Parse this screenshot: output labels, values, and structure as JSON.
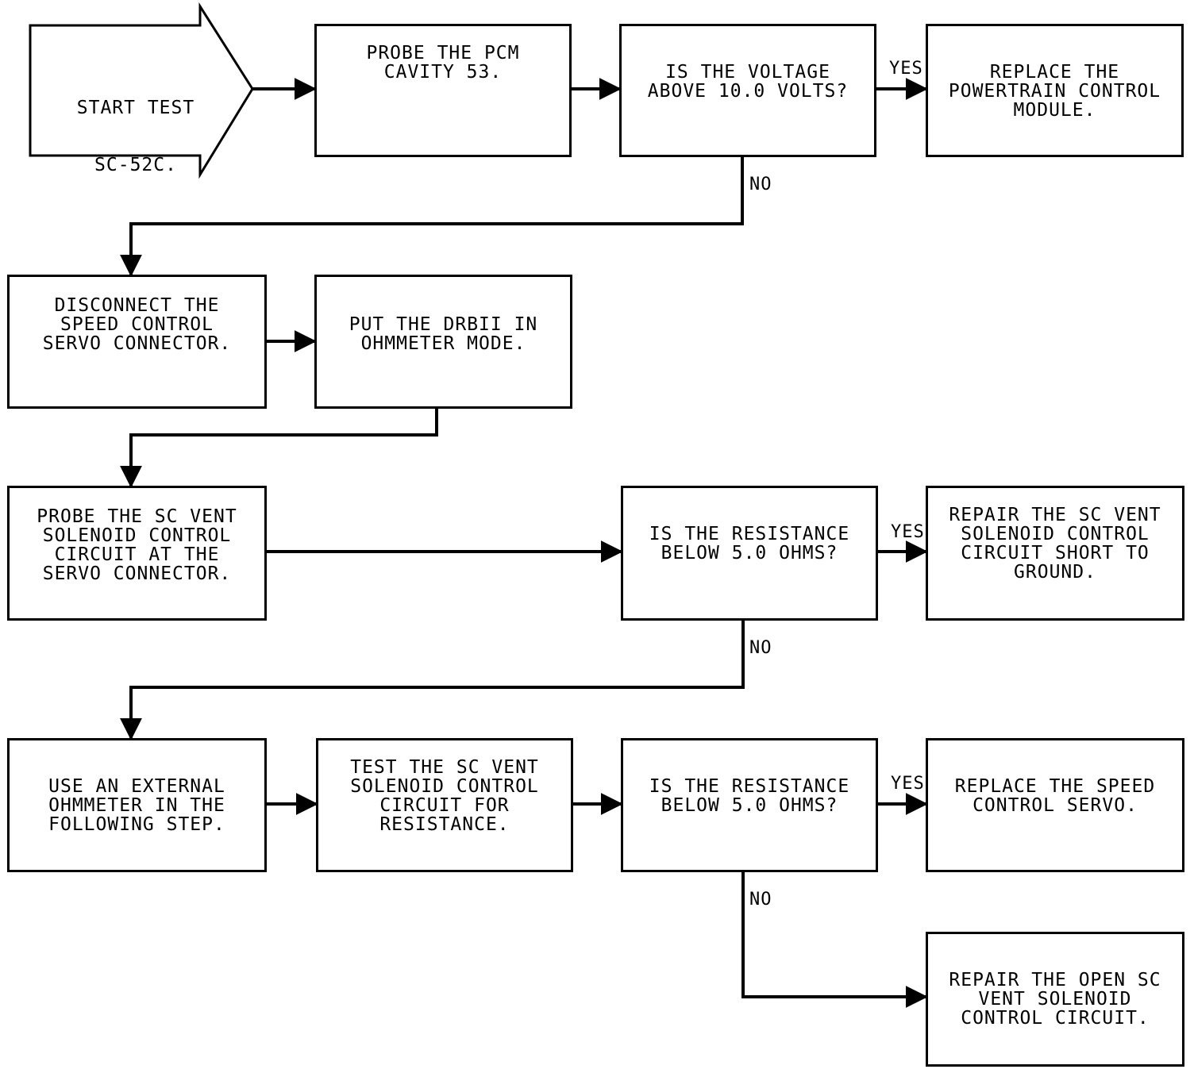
{
  "colors": {
    "stroke": "#000000",
    "background": "#ffffff"
  },
  "start": {
    "line1": "START TEST",
    "line2": "SC-52C."
  },
  "nodes": {
    "probe_pcm": {
      "lines": [
        "PROBE THE PCM",
        "CAVITY 53."
      ]
    },
    "voltage_q": {
      "lines": [
        "IS THE VOLTAGE",
        "ABOVE 10.0 VOLTS?"
      ]
    },
    "replace_pcm": {
      "lines": [
        "REPLACE THE",
        "POWERTRAIN CONTROL",
        "MODULE."
      ]
    },
    "disconnect": {
      "lines": [
        "DISCONNECT THE",
        "SPEED CONTROL",
        "SERVO CONNECTOR."
      ]
    },
    "drbii": {
      "lines": [
        "PUT THE DRBII IN",
        "OHMMETER MODE."
      ]
    },
    "probe_vent": {
      "lines": [
        "PROBE THE SC VENT",
        "SOLENOID CONTROL",
        "CIRCUIT AT THE",
        "SERVO CONNECTOR."
      ]
    },
    "resist_q1": {
      "lines": [
        "IS THE RESISTANCE",
        "BELOW 5.0 OHMS?"
      ]
    },
    "repair_short": {
      "lines": [
        "REPAIR THE SC VENT",
        "SOLENOID CONTROL",
        "CIRCUIT SHORT TO",
        "GROUND."
      ]
    },
    "external_ohm": {
      "lines": [
        "USE AN EXTERNAL",
        "OHMMETER IN THE",
        "FOLLOWING STEP."
      ]
    },
    "test_vent": {
      "lines": [
        "TEST THE SC VENT",
        "SOLENOID CONTROL",
        "CIRCUIT FOR",
        "RESISTANCE."
      ]
    },
    "resist_q2": {
      "lines": [
        "IS THE RESISTANCE",
        "BELOW 5.0 OHMS?"
      ]
    },
    "replace_servo": {
      "lines": [
        "REPLACE THE SPEED",
        "CONTROL SERVO."
      ]
    },
    "repair_open": {
      "lines": [
        "REPAIR THE OPEN SC",
        "VENT SOLENOID",
        "CONTROL CIRCUIT."
      ]
    }
  },
  "edge_labels": {
    "yes": "YES",
    "no": "NO"
  }
}
